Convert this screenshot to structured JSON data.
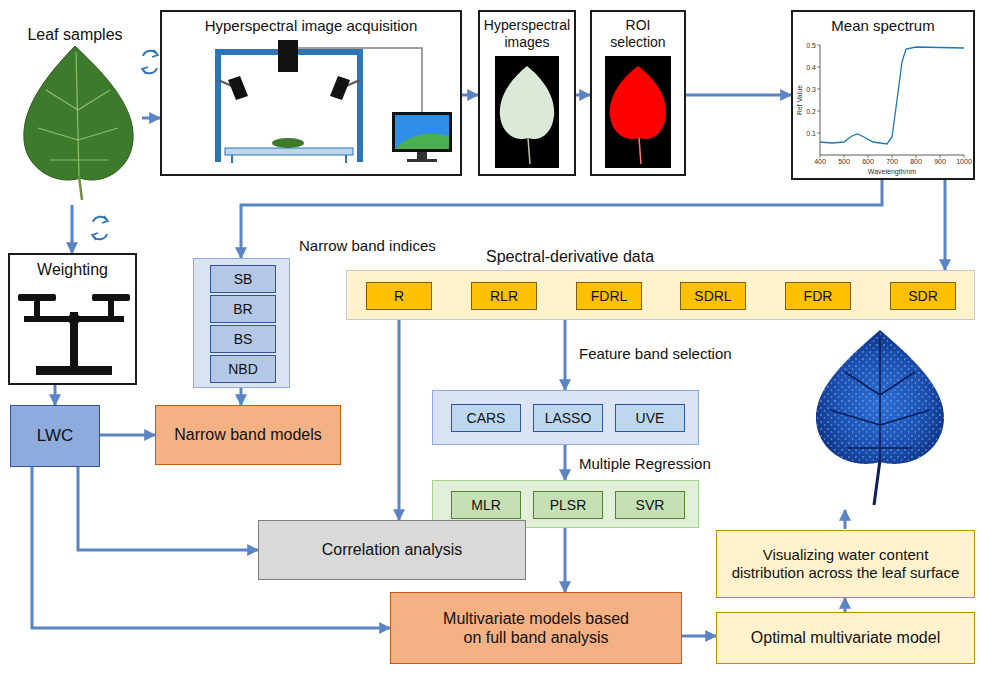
{
  "diagram": {
    "nodes": [
      {
        "text": [
          "Leaf samples"
        ]
      },
      {
        "text": [
          "Hyperspectral image acquisition"
        ]
      },
      {
        "text": [
          "Hyperspectral images"
        ]
      },
      {
        "text": [
          "ROI selection"
        ]
      },
      {
        "text": [
          "Mean spectrum"
        ]
      },
      {
        "text": [
          "Weighting"
        ]
      },
      {
        "text": [
          "Narrow band indices"
        ]
      },
      {
        "text": [
          "SB"
        ],
        "in": 6
      },
      {
        "text": [
          "BR"
        ],
        "in": 6
      },
      {
        "text": [
          "BS"
        ],
        "in": 6
      },
      {
        "text": [
          "NBD"
        ],
        "in": 6
      },
      {
        "text": [
          "Spectral-derivative data"
        ]
      },
      {
        "text": [
          "R"
        ],
        "in": 11
      },
      {
        "text": [
          "RLR"
        ],
        "in": 11
      },
      {
        "text": [
          "FDRL"
        ],
        "in": 11
      },
      {
        "text": [
          "SDRL"
        ],
        "in": 11
      },
      {
        "text": [
          "FDR"
        ],
        "in": 11
      },
      {
        "text": [
          "SDR"
        ],
        "in": 11
      },
      {
        "text": [
          "Feature band selection"
        ]
      },
      {
        "text": [
          "CARS"
        ],
        "in": 18
      },
      {
        "text": [
          "LASSO"
        ],
        "in": 18
      },
      {
        "text": [
          "UVE"
        ],
        "in": 18
      },
      {
        "text": [
          "Multiple Regression"
        ]
      },
      {
        "text": [
          "MLR"
        ],
        "in": 22
      },
      {
        "text": [
          "PLSR"
        ],
        "in": 22
      },
      {
        "text": [
          "SVR"
        ],
        "in": 22
      },
      {
        "text": [
          "LWC"
        ]
      },
      {
        "text": [
          "Narrow band models"
        ]
      },
      {
        "text": [
          "Correlation analysis"
        ]
      },
      {
        "text": [
          "Visualizing water content distribution across the leaf surface"
        ]
      },
      {
        "text": [
          "Multivariate models based on full band analysis"
        ]
      },
      {
        "text": [
          "Optimal multivariate model"
        ]
      }
    ],
    "edges": [
      {
        "from": 0,
        "to": 1,
        "arrow": "to"
      },
      {
        "from": 1,
        "to": 2,
        "arrow": "to"
      },
      {
        "from": 2,
        "to": 3,
        "arrow": "to"
      },
      {
        "from": 3,
        "to": 4,
        "arrow": "to"
      },
      {
        "from": 0,
        "to": 5,
        "arrow": "to"
      },
      {
        "from": 4,
        "to": 6,
        "arrow": "to"
      },
      {
        "from": 4,
        "to": 11,
        "arrow": "to"
      },
      {
        "from": 5,
        "to": 26,
        "arrow": "to"
      },
      {
        "from": 6,
        "to": 27,
        "arrow": "to"
      },
      {
        "from": 11,
        "to": 18,
        "arrow": "to"
      },
      {
        "from": 18,
        "to": 22,
        "arrow": "to"
      },
      {
        "from": 22,
        "to": 30,
        "arrow": "to"
      },
      {
        "from": 12,
        "to": 28,
        "arrow": "to"
      },
      {
        "from": 26,
        "to": 27,
        "arrow": "to"
      },
      {
        "from": 26,
        "to": 28,
        "arrow": "to"
      },
      {
        "from": 26,
        "to": 30,
        "arrow": "to"
      },
      {
        "from": 30,
        "to": 31,
        "arrow": "to"
      },
      {
        "from": 31,
        "to": 29,
        "arrow": "to"
      }
    ],
    "labels": [
      "400",
      "500",
      "600",
      "700",
      "800",
      "900",
      "1000",
      "0.1",
      "0.2",
      "0.3",
      "0.4",
      "0.5",
      "Wavelength/nm",
      "Ref Value"
    ]
  }
}
